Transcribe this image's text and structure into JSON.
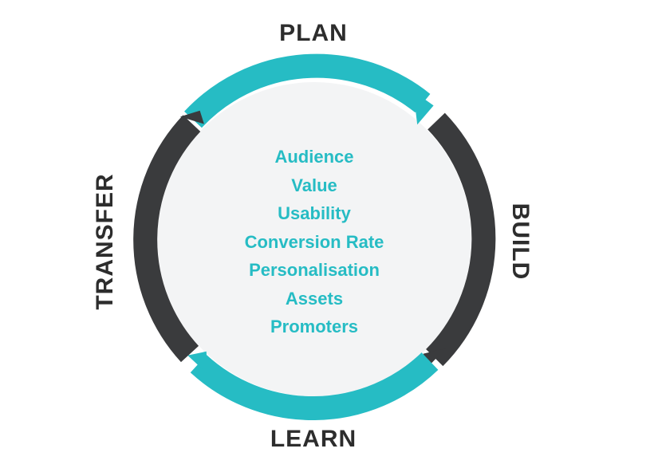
{
  "colors": {
    "teal": "#26bcc4",
    "dark": "#3a3b3d",
    "center_fill": "#f3f4f5",
    "label_text": "#2d2d2d"
  },
  "phases": {
    "top": "PLAN",
    "right": "BUILD",
    "bottom": "LEARN",
    "left": "TRANSFER"
  },
  "center_items": [
    "Audience",
    "Value",
    "Usability",
    "Conversion Rate",
    "Personalisation",
    "Assets",
    "Promoters"
  ]
}
